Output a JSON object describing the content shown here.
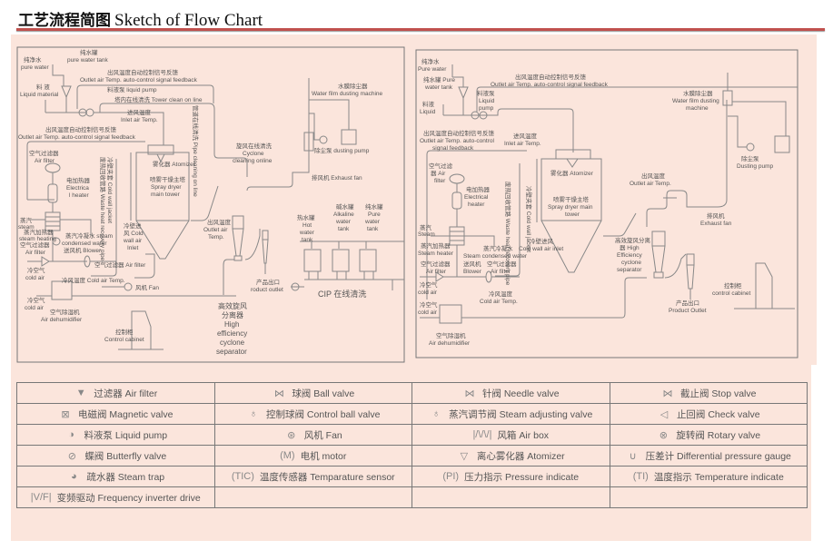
{
  "header": {
    "title_cn": "工艺流程简图",
    "title_en": "Sketch of Flow Chart",
    "accent_color": "#c0504d",
    "panel_color": "#fbe5dc"
  },
  "left_diagram": {
    "labels": {
      "pure_water": "纯净水\npure water",
      "pure_water_tank": "纯水罐\npure water tank",
      "outlet_feedback_top": "出风温度自动控制信号反馈\nOutlet air Temp. auto-control signal feedback",
      "liquid_material": "料 液\nLiquid material",
      "liquid_pump": "料液泵 liquid pump",
      "tower_clean": "塔内在线清洗 Tower clean on line",
      "inlet_air_temp": "进风温度\nInlet air Temp.",
      "outlet_feedback_mid": "出风温度自动控制信号反馈\nOutlet air Temp. auto-control signal feedback",
      "air_filter_1": "空气过滤器\nAir filter",
      "electrical_heater": "电加热器\nElectrica\nl heater",
      "waste_heat_pipe": "废热回收管路 Waste heat recovery pipe",
      "cold_wall_jacket": "冷壁夹套 Cold wall jacket",
      "atomizer": "雾化器 Atomizer",
      "spray_dryer": "喷雾干燥主塔\nSpray dryer\nmain tower",
      "pipe_cleaning": "管道在线清洗 Pipe cleaning on line",
      "cyclone_cleaning": "旋风在线清洗\nCyclone\ncleaning online",
      "exhaust_fan": "排风机 Exhaust fan",
      "water_film": "水膜除尘器\nWater film dusting machine",
      "dusting_pump": "除尘泵 dusting pump",
      "steam": "蒸汽\nsteam",
      "steam_heating": "蒸汽加热器\nsteam heating",
      "steam_condensed": "蒸汽冷凝水 steam\ncondensed water",
      "air_filter_2": "空气过滤器\nAir filter",
      "blower": "送风机 Blower",
      "cold_wall_inlet": "冷壁进\n风 Cold\nwall air\nInlet",
      "outlet_air_temp": "出风温度\nOutlet air\nTemp.",
      "air_filter_3": "空气过滤器 Air filter",
      "cold_air_1": "冷空气\ncold air",
      "cold_air_temp": "冷风温度 Cold air Temp.",
      "fan": "风机 Fan",
      "cold_air_2": "冷空气\ncold air",
      "air_dehumidifier": "空气除湿机\nAir dehumidifier",
      "control_cabinet": "控制柜\nControl cabinet",
      "cyclone_separator": "高效旋风\n分离器\nHigh\nefficiency\ncyclone\nseparator",
      "product_outlet": "产品出口\nroduct outlet",
      "hot_water_tank": "热水罐\nHot\nwater\ntank",
      "alkaline_tank": "碱水罐\nAlkaline\nwater\ntank",
      "pure_water_tank_2": "纯水罐\nPure\nwater\ntank",
      "cip": "CIP 在线清洗"
    }
  },
  "right_diagram": {
    "labels": {
      "pure_water": "纯净水\nPure water",
      "pure_water_tank": "纯水罐 Pure\nwater tank",
      "outlet_feedback_top": "出风温度自动控制信号反馈\nOutlet air Temp. auto-control signal feedback",
      "liquid": "料液\nLiquid",
      "liquid_pump": "料液泵\nLiquid\npump",
      "outlet_feedback_mid": "出风温度自动控制信号反馈\nOutlet air Temp. auto-control\nsignal feedback",
      "inlet_air_temp": "进风温度\nInlet air Temp.",
      "air_filter_1": "空气过滤\n器 Air\nfilter",
      "electrical_heater": "电加热器\nElectrical\nheater",
      "waste_heat_pipe": "废热回收管路 Waste heat recovery pipe",
      "cold_wall_jacket": "冷壁夹套 Cold wall jacket",
      "atomizer": "雾化器 Atomizer",
      "spray_dryer": "喷雾干燥主塔\nSpray dryer main\ntower",
      "outlet_air_temp": "出风温度\nOutlet air Temp.",
      "water_film": "水膜除尘器\nWater film dusting\nmachine",
      "dusting_pump": "除尘泵\nDusting pump",
      "exhaust_fan": "排风机\nExhaust fan",
      "steam": "蒸汽\nSteam",
      "steam_heater": "蒸汽加热器\nSteam heater",
      "steam_condensed": "蒸汽冷凝水\nSteam condensed water",
      "cold_wall_inlet": "冷壁进风\nCold wall air inlet",
      "cyclone_separator": "高效旋风分离\n器 High\nEfficiency\ncyclone\nseparator",
      "air_filter_2": "空气过滤器\nAir filter",
      "blower": "送风机\nBlower",
      "air_filter_3": "空气过滤器\nAir filter",
      "cold_air_1": "冷空气\ncold air",
      "cold_air_temp": "冷风温度\nCold air Temp.",
      "cold_air_2": "冷空气\ncold air",
      "air_dehumidifier": "空气除湿机\nAir dehumidifier",
      "product_outlet": "产品出口\nProduct Outlet",
      "control_cabinet": "控制柜\ncontrol cabinet"
    }
  },
  "legend": {
    "rows": [
      [
        {
          "icon": "air-filter-icon",
          "glyph": "▼",
          "label": "过滤器 Air filter"
        },
        {
          "icon": "ball-valve-icon",
          "glyph": "⋈",
          "label": "球阀 Ball valve"
        },
        {
          "icon": "needle-valve-icon",
          "glyph": "⋈",
          "label": "针阀 Needle valve"
        },
        {
          "icon": "stop-valve-icon",
          "glyph": "⋈",
          "label": "截止阀 Stop valve"
        }
      ],
      [
        {
          "icon": "magnetic-valve-icon",
          "glyph": "⊠",
          "label": "电磁阀 Magnetic valve"
        },
        {
          "icon": "control-ball-valve-icon",
          "glyph": "♁",
          "label": "控制球阀 Control ball valve"
        },
        {
          "icon": "steam-adjusting-valve-icon",
          "glyph": "♁",
          "label": "蒸汽调节阀 Steam adjusting valve"
        },
        {
          "icon": "check-valve-icon",
          "glyph": "◁",
          "label": "止回阀 Check valve"
        }
      ],
      [
        {
          "icon": "liquid-pump-icon",
          "glyph": "◑",
          "label": "料液泵 Liquid pump"
        },
        {
          "icon": "fan-icon",
          "glyph": "⊛",
          "label": "风机 Fan"
        },
        {
          "icon": "air-box-icon",
          "glyph": "|/\\/\\/|",
          "label": "风箱 Air box"
        },
        {
          "icon": "rotary-valve-icon",
          "glyph": "⊗",
          "label": "旋转阀 Rotary valve"
        }
      ],
      [
        {
          "icon": "butterfly-valve-icon",
          "glyph": "⊘",
          "label": "蝶阀 Butterfly valve"
        },
        {
          "icon": "motor-icon",
          "glyph": "(M)",
          "label": "电机 motor"
        },
        {
          "icon": "atomizer-icon",
          "glyph": "▽",
          "label": "离心雾化器 Atomizer"
        },
        {
          "icon": "differential-pressure-gauge-icon",
          "glyph": "∪",
          "label": "压差计 Differential pressure gauge"
        }
      ],
      [
        {
          "icon": "steam-trap-icon",
          "glyph": "◕",
          "label": "疏水器 Steam trap"
        },
        {
          "icon": "temperature-sensor-icon",
          "glyph": "(TIC)",
          "label": "温度传感器 Temparature sensor"
        },
        {
          "icon": "pressure-indicate-icon",
          "glyph": "(PI)",
          "label": "压力指示 Pressure indicate"
        },
        {
          "icon": "temperature-indicate-icon",
          "glyph": "(TI)",
          "label": "温度指示 Temperature indicate"
        }
      ],
      [
        {
          "icon": "frequency-inverter-icon",
          "glyph": "|V/F|",
          "label": "变频驱动 Frequency inverter drive"
        },
        {
          "icon": "",
          "glyph": "",
          "label": ""
        },
        {
          "icon": "",
          "glyph": "",
          "label": ""
        },
        {
          "icon": "",
          "glyph": "",
          "label": ""
        }
      ]
    ]
  }
}
